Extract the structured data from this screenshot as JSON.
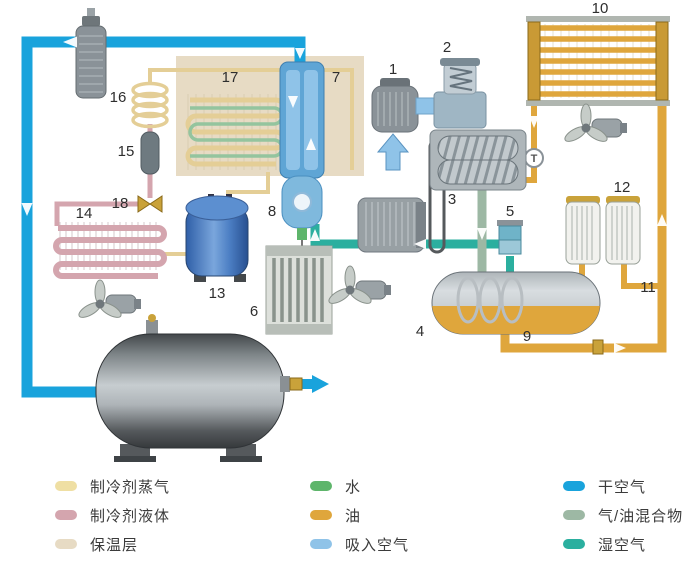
{
  "legend": {
    "items": [
      {
        "label": "制冷剂蒸气",
        "color": "#EFDFA3"
      },
      {
        "label": "制冷剂液体",
        "color": "#D4A5AE"
      },
      {
        "label": "保温层",
        "color": "#E7DBC4"
      },
      {
        "label": "水",
        "color": "#5EB56B"
      },
      {
        "label": "油",
        "color": "#DFA63C"
      },
      {
        "label": "吸入空气",
        "color": "#8FC3E8"
      },
      {
        "label": "干空气",
        "color": "#19A3DC"
      },
      {
        "label": "气/油混合物",
        "color": "#9DB8A4"
      },
      {
        "label": "湿空气",
        "color": "#2BAF9F"
      }
    ]
  },
  "labels": {
    "1": "1",
    "2": "2",
    "3": "3",
    "4": "4",
    "5": "5",
    "6": "6",
    "7": "7",
    "8": "8",
    "9": "9",
    "10": "10",
    "11": "11",
    "12": "12",
    "13": "13",
    "14": "14",
    "15": "15",
    "16": "16",
    "17": "17",
    "18": "18",
    "t": "T"
  },
  "colors": {
    "dry_air": "#19A3DC",
    "wet_air": "#2BAF9F",
    "oil": "#DFA63C",
    "mixture": "#9DB8A4",
    "intake_air": "#8FC3E8",
    "water": "#5EB56B",
    "refrigerant_vapor": "#E4CE96",
    "refrigerant_liquid": "#D4A5AE",
    "insulation": "#E7DBC4"
  }
}
